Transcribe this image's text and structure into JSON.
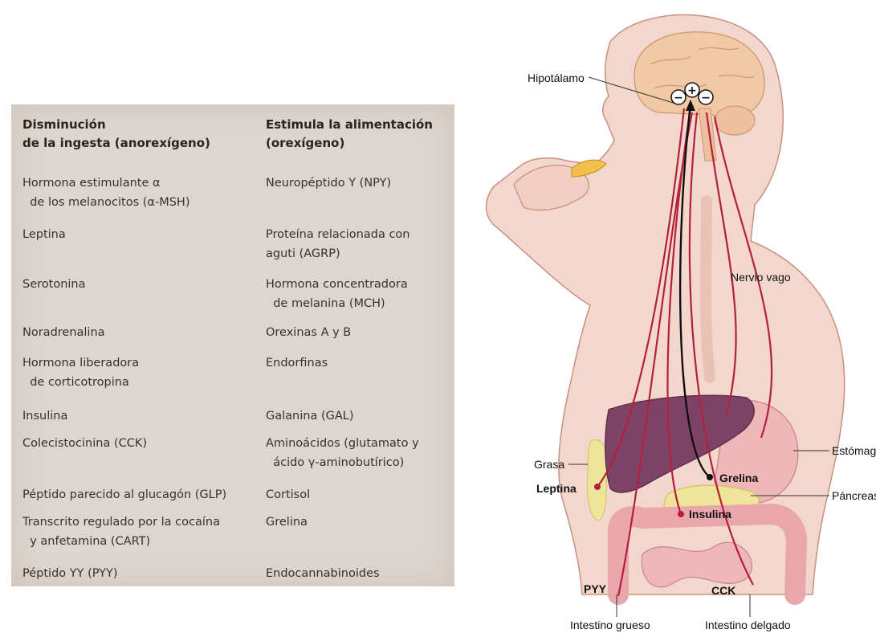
{
  "table": {
    "header": {
      "col1": "Disminución\nde la ingesta (anorexígeno)",
      "col2": "Estimula la alimentación\n(orexígeno)"
    },
    "rows": [
      {
        "anorexigeno": "Hormona estimulante α\n  de los melanocitos (α-MSH)",
        "orexigeno": "Neuropéptido Y (NPY)"
      },
      {
        "anorexigeno": "Leptina",
        "orexigeno": "Proteína relacionada con\naguti (AGRP)"
      },
      {
        "anorexigeno": "Serotonina",
        "orexigeno": "Hormona concentradora\n  de melanina (MCH)"
      },
      {
        "anorexigeno": "Noradrenalina",
        "orexigeno": "Orexinas A y B"
      },
      {
        "anorexigeno": "Hormona liberadora\n  de corticotropina",
        "orexigeno": "Endorfinas"
      },
      {
        "anorexigeno": "Insulina",
        "orexigeno": "Galanina (GAL)"
      },
      {
        "anorexigeno": "Colecistocinina (CCK)",
        "orexigeno": "Aminoácidos (glutamato y\n  ácido γ-aminobutírico)"
      },
      {
        "anorexigeno": "Péptido parecido al glucagón (GLP)",
        "orexigeno": "Cortisol"
      },
      {
        "anorexigeno": "Transcrito regulado por la cocaína\n  y anfetamina (CART)",
        "orexigeno": "Grelina"
      },
      {
        "anorexigeno": "Péptido YY (PYY)",
        "orexigeno": "Endocannabinoides"
      }
    ]
  },
  "diagram": {
    "labels": {
      "hipotalamo": "Hipotálamo",
      "nervio_vago": "Nervio vago",
      "estomago": "Estómago",
      "grasa": "Grasa",
      "leptina": "Leptina",
      "grelina": "Grelina",
      "pancreas": "Páncreas",
      "insulina": "Insulina",
      "pyy": "PYY",
      "cck": "CCK",
      "intestino_grueso": "Intestino grueso",
      "intestino_delgado": "Intestino delgado"
    },
    "signs": {
      "plus": "+",
      "minus": "−"
    },
    "colors": {
      "skin": "#f3d6cc",
      "skin_outline": "#c98f80",
      "brain": "#f1c9a4",
      "liver": "#7e4266",
      "stomach": "#efb7b7",
      "pancreas": "#efe59a",
      "intestine": "#e9a7ac",
      "nerve_red": "#b3203a",
      "nerve_black": "#111111"
    }
  }
}
